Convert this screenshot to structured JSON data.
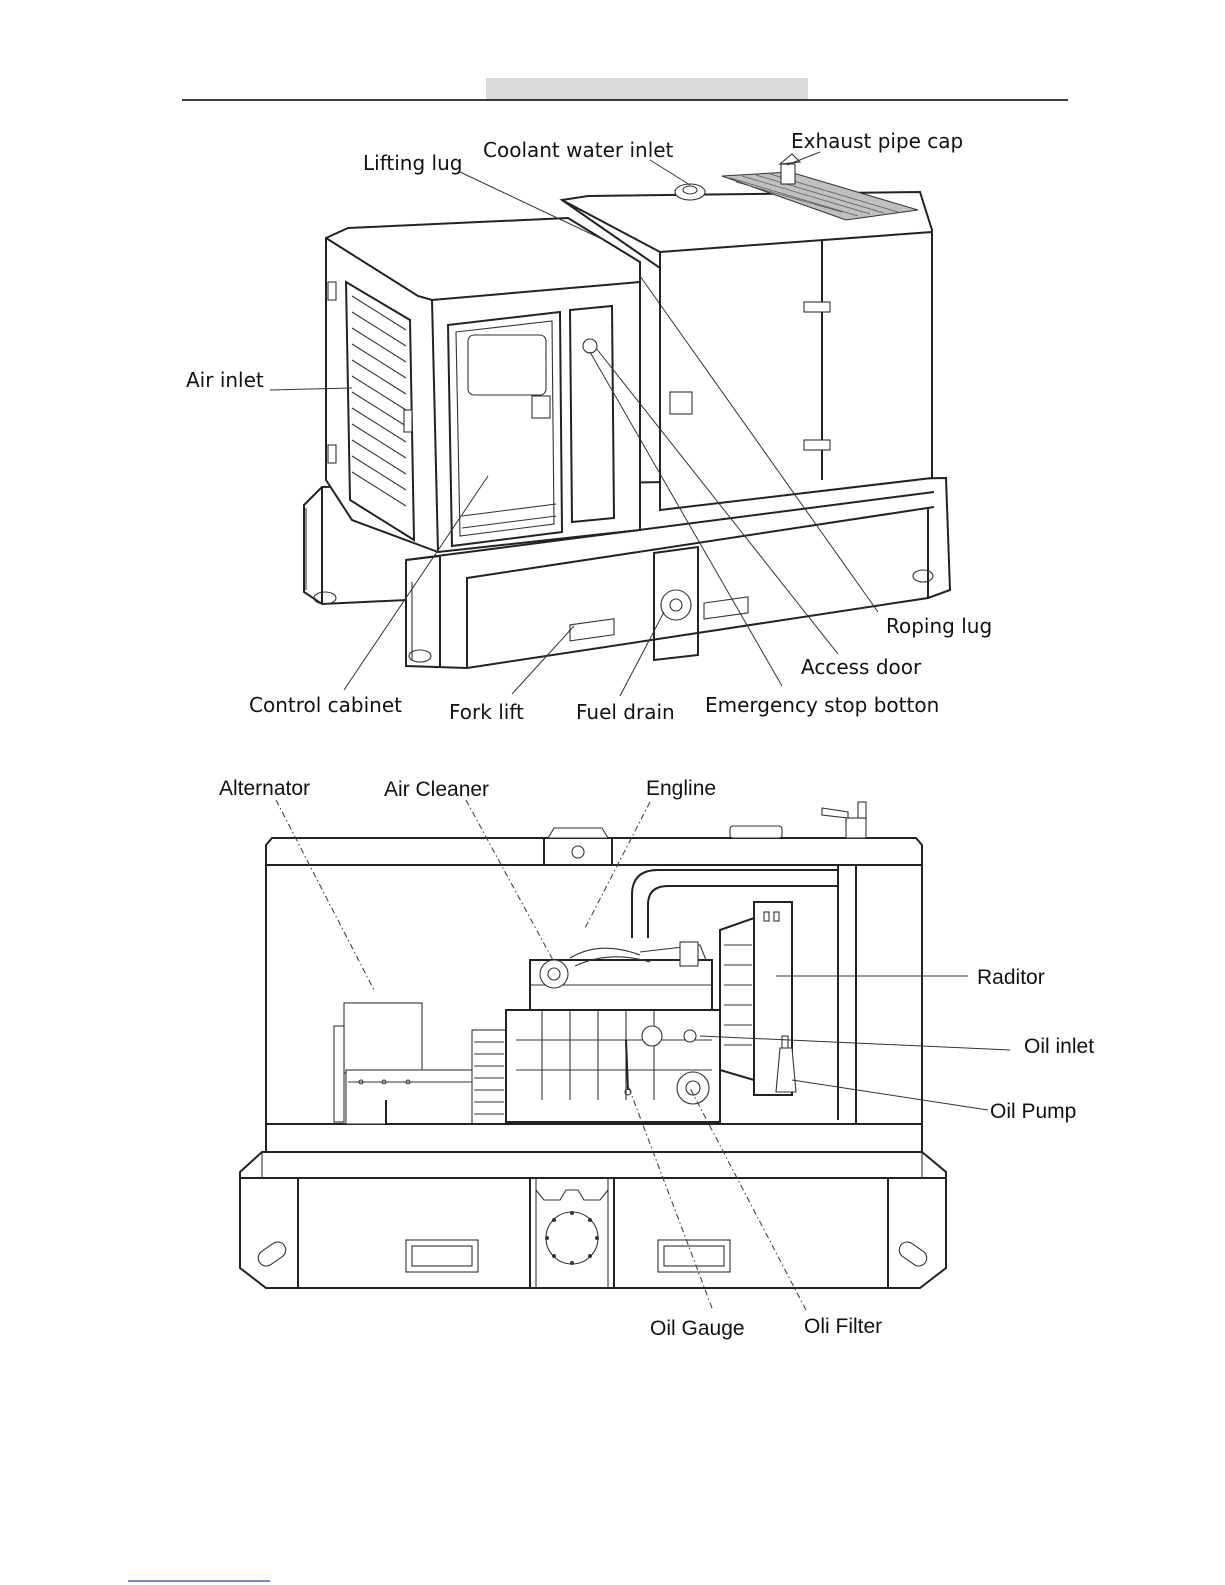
{
  "header": {
    "bar_color": "#d9d9d9",
    "rule_color": "#000000"
  },
  "top_figure": {
    "labels": {
      "lifting_lug": "Lifting lug",
      "coolant_water_inlet": "Coolant water inlet",
      "exhaust_pipe_cap": "Exhaust pipe cap",
      "air_inlet": "Air inlet",
      "roping_lug": "Roping lug",
      "access_door": "Access door",
      "control_cabinet": "Control cabinet",
      "fork_lift": "Fork lift",
      "fuel_drain": "Fuel drain",
      "emergency_stop_button": "Emergency stop botton"
    }
  },
  "bottom_figure": {
    "labels": {
      "alternator": "Alternator",
      "air_cleaner": "Air Cleaner",
      "engine": "Engline",
      "radiator": "Raditor",
      "oil_inlet": "Oil inlet",
      "oil_pump": "Oil Pump",
      "oil_gauge": "Oil Gauge",
      "oil_filter": "Oli Filter"
    }
  },
  "footer": {
    "link_rule_color": "#1a3fd6"
  }
}
